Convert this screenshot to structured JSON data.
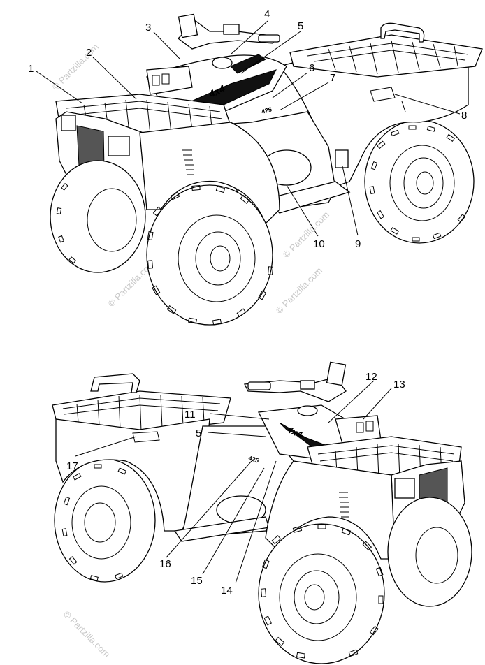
{
  "watermark": {
    "text": "© Partzilla.com"
  },
  "top_view": {
    "callouts": [
      "1",
      "2",
      "3",
      "4",
      "5",
      "6",
      "7",
      "8",
      "9",
      "10"
    ]
  },
  "bottom_view": {
    "callouts": [
      "11",
      "12",
      "13",
      "5",
      "14",
      "15",
      "16",
      "17"
    ]
  },
  "decal_text": {
    "brand": "4x4",
    "model": "425"
  }
}
